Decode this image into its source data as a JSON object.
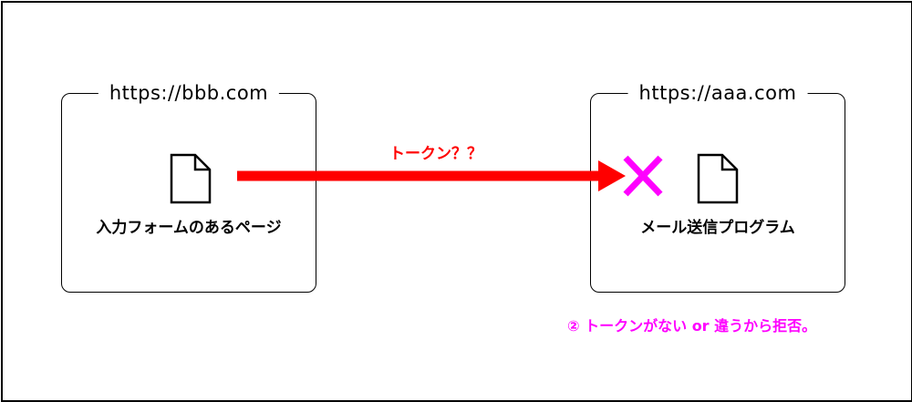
{
  "colors": {
    "arrow": "#ff0000",
    "cross": "#ff00ff",
    "note": "#ff00ff",
    "arrow_label": "#ff0000"
  },
  "left_box": {
    "title": "https://bbb.com",
    "label": "入力フォームのあるページ",
    "icon": "document-icon"
  },
  "right_box": {
    "title": "https://aaa.com",
    "label": "メール送信プログラム",
    "icon": "document-icon"
  },
  "arrow": {
    "label": "トークン？？"
  },
  "rejection": {
    "icon": "cross-icon"
  },
  "note": {
    "text": "② トークンがない or 違うから拒否。"
  }
}
